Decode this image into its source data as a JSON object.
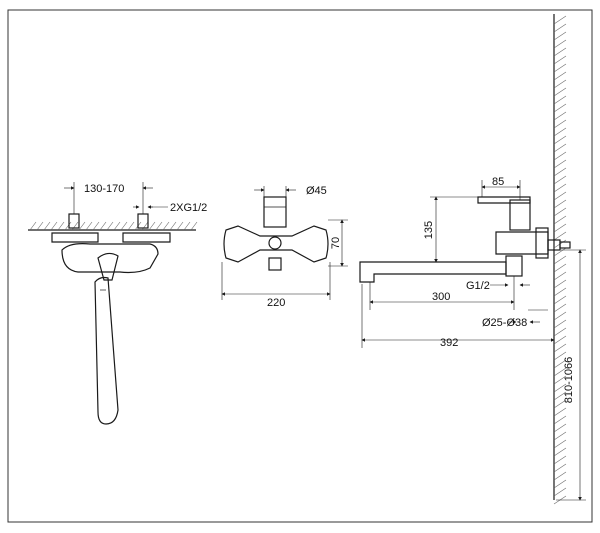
{
  "dimensions": {
    "center_distance": "130-170",
    "inlet_thread": "2XG1/2",
    "escutcheon_diameter": "Ø45",
    "body_height": "70",
    "overall_width": "220",
    "top_offset": "85",
    "spout_height": "135",
    "outlet_thread": "G1/2",
    "spout_length": "300",
    "pipe_diameter": "Ø25-Ø38",
    "total_projection": "392",
    "mount_height": "810-1066"
  },
  "colors": {
    "line": "#1a1a1a",
    "hatch": "#6a6a6a",
    "background": "#ffffff"
  }
}
